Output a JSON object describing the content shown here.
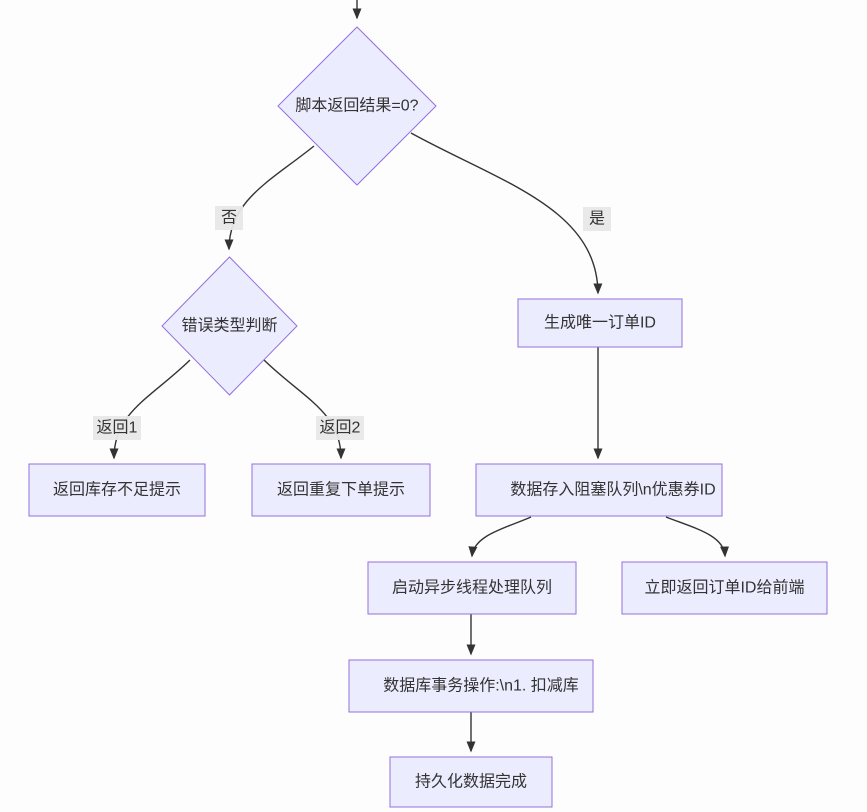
{
  "diagram": {
    "type": "flowchart",
    "orientation": "top-down",
    "colors": {
      "background": "#fdfdfd",
      "node_fill": "#ECECFF",
      "node_border": "#9370DB",
      "edge_line": "#333333",
      "text": "#333333",
      "edge_label_background": "#e8e8e8"
    },
    "nodes": {
      "decision_script_result": {
        "shape": "diamond",
        "label": "脚本返回结果=0?"
      },
      "decision_error_type": {
        "shape": "diamond",
        "label": "错误类型判断"
      },
      "generate_order_id": {
        "shape": "rect",
        "label": "生成唯一订单ID"
      },
      "return_stock_insufficient": {
        "shape": "rect",
        "label": "返回库存不足提示"
      },
      "return_duplicate_order": {
        "shape": "rect",
        "label": "返回重复下单提示"
      },
      "store_blocking_queue": {
        "shape": "rect",
        "label": "数据存入阻塞队列\\n优惠券ID"
      },
      "start_async_thread": {
        "shape": "rect",
        "label": "启动异步线程处理队列"
      },
      "return_order_id_frontend": {
        "shape": "rect",
        "label": "立即返回订单ID给前端"
      },
      "db_transaction": {
        "shape": "rect",
        "label": "数据库事务操作:\\n1. 扣减库"
      },
      "persist_done": {
        "shape": "rect",
        "label": "持久化数据完成"
      }
    },
    "edge_labels": {
      "no": "否",
      "yes": "是",
      "return1": "返回1",
      "return2": "返回2"
    }
  }
}
